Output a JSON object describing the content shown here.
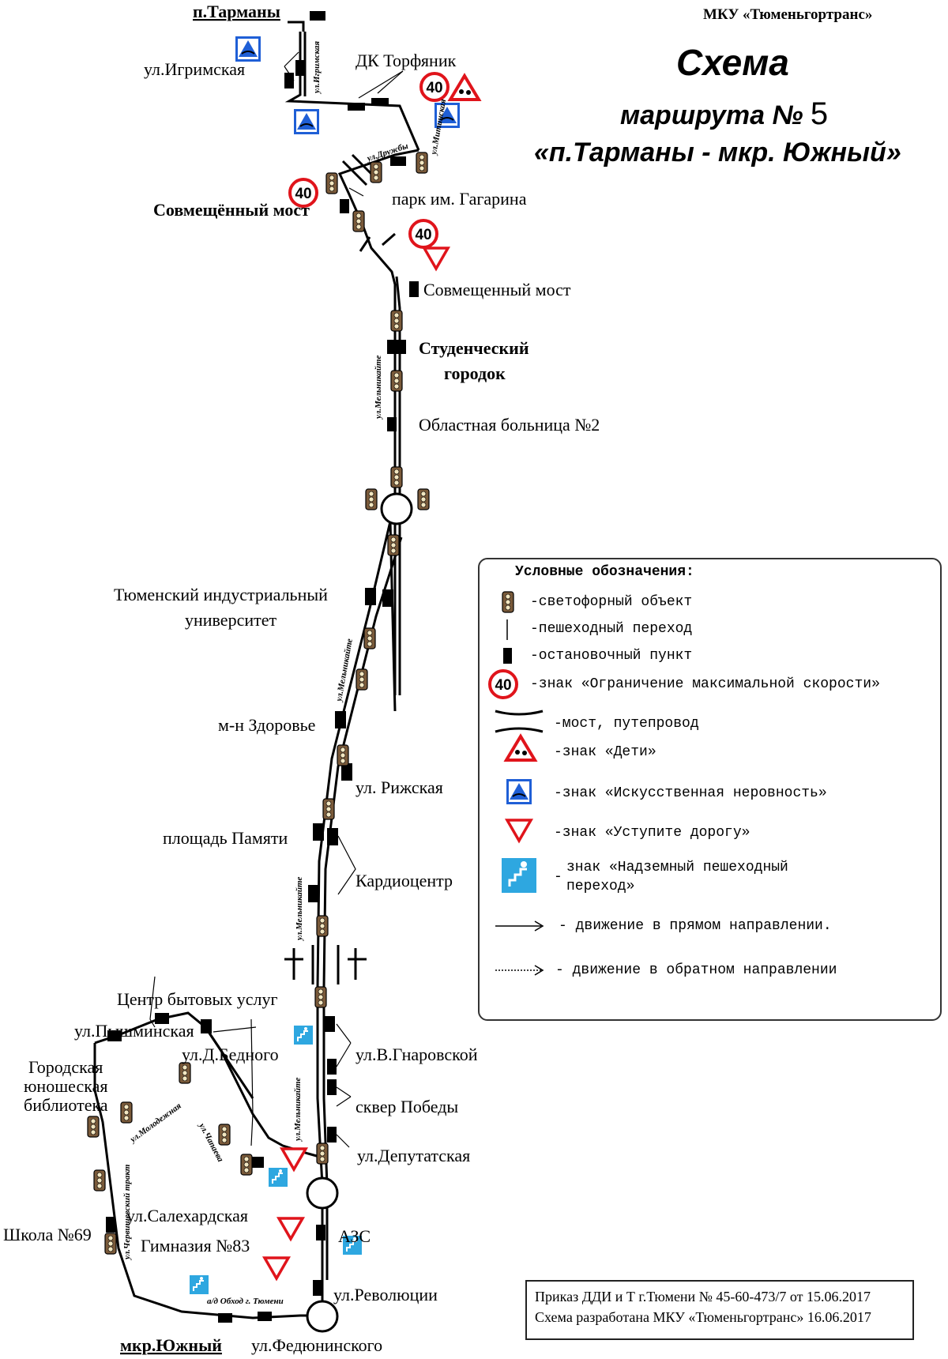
{
  "header": {
    "organization": "МКУ «Тюменьгортранс»",
    "title": "Схема",
    "subtitle": "маршрута №",
    "route_number": "5",
    "route_name": "«п.Тарманы - мкр. Южный»"
  },
  "stops": {
    "tarmany": "п.Тарманы",
    "igrimskaya": "ул.Игримская",
    "dk": "ДК Торфяник",
    "sovm_bridge_1": "Совмещённый мост",
    "park": "парк им. Гагарина",
    "sovm_bridge_2": "Совмещенный мост",
    "student_1": "Студенческий",
    "student_2": "городок",
    "hospital": "Областная больница №2",
    "university_1": "Тюменский индустриальный",
    "university_2": "университет",
    "zdorovye": "м-н Здоровье",
    "rizhskaya": "ул. Рижская",
    "pamyati": "площадь Памяти",
    "kardio": "Кардиоцентр",
    "bytovye": "Центр бытовых услуг",
    "pyshminskaya": "ул.Пышминская",
    "bednogo": "ул.Д.Бедного",
    "gnarovskoy": "ул.В.Гнаровской",
    "library_1": "Городская",
    "library_2": "юношеская",
    "library_3": "библиотека",
    "skver": "сквер Победы",
    "deputatskaya": "ул.Депутатская",
    "salekhardskaya": "ул.Салехардская",
    "school": "Школа №69",
    "gymnasium": "Гимназия №83",
    "azs": "АЗС",
    "revolution": "ул.Революции",
    "yuzhny": "мкр.Южный",
    "fedyuninskogo": "ул.Федюнинского"
  },
  "streets": {
    "igrimskaya": "ул.Игримская",
    "druzhby": "ул.Дружбы",
    "mitinskaya": "ул.Митинская",
    "melnikaite": "ул.Мельникайте",
    "molodezhnaya": "ул.Молодежная",
    "chapaeva": "ул.Чапаева",
    "chervishevsky": "ул.Червишевский тракт",
    "obhod": "а/д Обход г. Тюмени"
  },
  "signs": {
    "speed_limit": "40"
  },
  "legend": {
    "title": "Условные обозначения:",
    "traffic_light": "-светофорный объект",
    "crossing": "-пешеходный переход",
    "stop": "-остановочный пункт",
    "speed": "-знак «Ограничение максимальной скорости»",
    "bridge": "-мост, путепровод",
    "children": "-знак «Дети»",
    "bump": "-знак «Искусственная неровность»",
    "yield": "-знак «Уступите дорогу»",
    "overpass_1": "знак «Надземный пешеходный",
    "overpass_2": "переход»",
    "overpass_dash": "-",
    "forward": "- движение в прямом направлении.",
    "reverse": "- движение в обратном направлении"
  },
  "order": {
    "line1": "Приказ ДДИ и Т г.Тюмени № 45-60-473/7 от 15.06.2017",
    "line2": "Схема разработана МКУ «Тюменьгортранс» 16.06.2017"
  },
  "colors": {
    "sign_red": "#e0141b",
    "sign_blue": "#1f5fd6",
    "overpass_cyan": "#2ea7e0",
    "light_body": "#8a6a4a",
    "route_black": "#000000"
  }
}
